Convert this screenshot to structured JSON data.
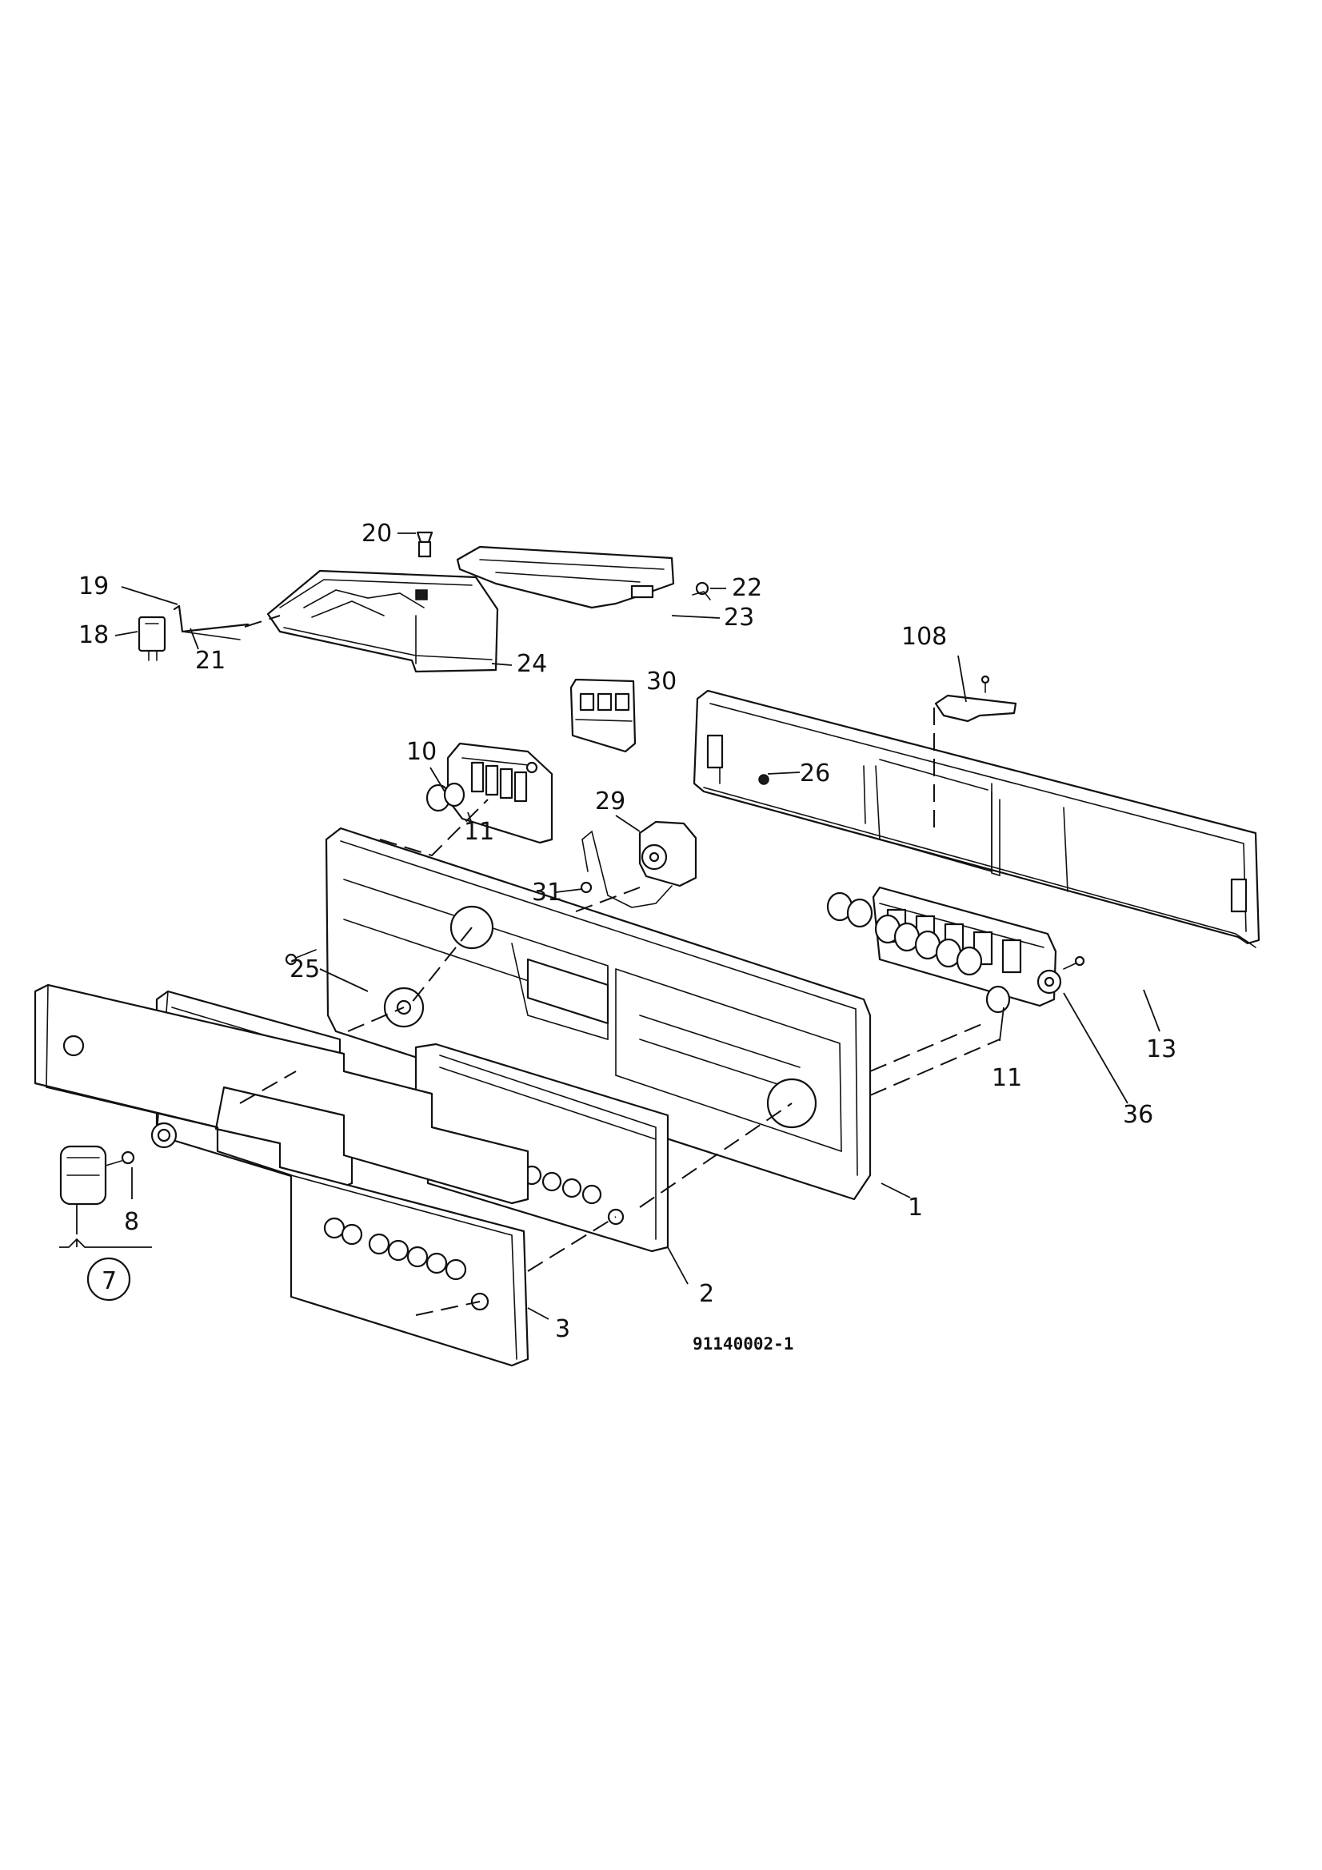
{
  "diagram": {
    "drawing_number": "91140002-1",
    "callouts": [
      {
        "id": "c1",
        "text": "1"
      },
      {
        "id": "c2",
        "text": "2"
      },
      {
        "id": "c3",
        "text": "3"
      },
      {
        "id": "c7",
        "text": "7"
      },
      {
        "id": "c8",
        "text": "8"
      },
      {
        "id": "c10",
        "text": "10"
      },
      {
        "id": "c11a",
        "text": "11"
      },
      {
        "id": "c11b",
        "text": "11"
      },
      {
        "id": "c13",
        "text": "13"
      },
      {
        "id": "c18",
        "text": "18"
      },
      {
        "id": "c19",
        "text": "19"
      },
      {
        "id": "c20",
        "text": "20"
      },
      {
        "id": "c21",
        "text": "21"
      },
      {
        "id": "c22",
        "text": "22"
      },
      {
        "id": "c23",
        "text": "23"
      },
      {
        "id": "c24",
        "text": "24"
      },
      {
        "id": "c25",
        "text": "25"
      },
      {
        "id": "c26",
        "text": "26"
      },
      {
        "id": "c29",
        "text": "29"
      },
      {
        "id": "c30",
        "text": "30"
      },
      {
        "id": "c31",
        "text": "31"
      },
      {
        "id": "c36",
        "text": "36"
      },
      {
        "id": "c108",
        "text": "108"
      }
    ]
  }
}
